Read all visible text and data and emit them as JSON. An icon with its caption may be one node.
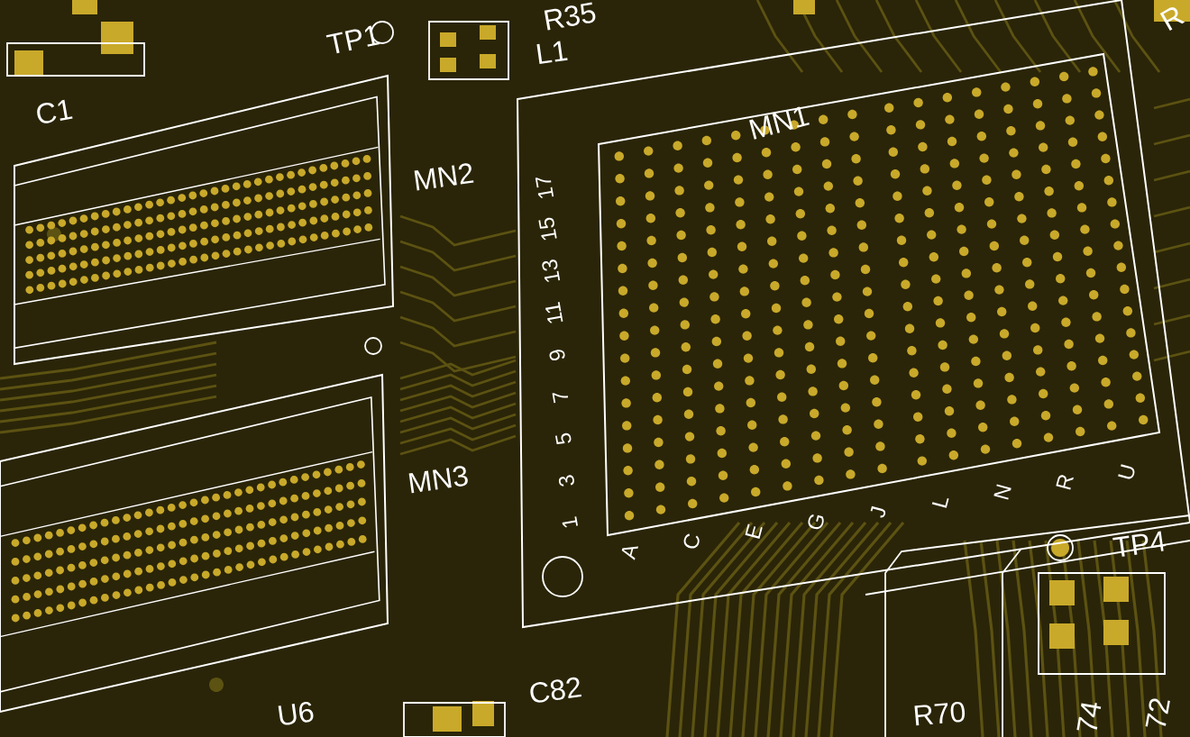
{
  "diagram": {
    "nodes": [
      {
        "text": [
          "MN1"
        ]
      },
      {
        "text": [
          "MN2"
        ]
      },
      {
        "text": [
          "MN3"
        ]
      }
    ],
    "labels": [
      "C1",
      "TP1",
      "R35",
      "L1",
      "R",
      "17",
      "15",
      "13",
      "11",
      "9",
      "7",
      "5",
      "3",
      "1",
      "A",
      "C",
      "E",
      "G",
      "J",
      "L",
      "N",
      "R",
      "U",
      "TP4",
      "U6",
      "C82",
      "R70",
      "74",
      "72"
    ]
  }
}
